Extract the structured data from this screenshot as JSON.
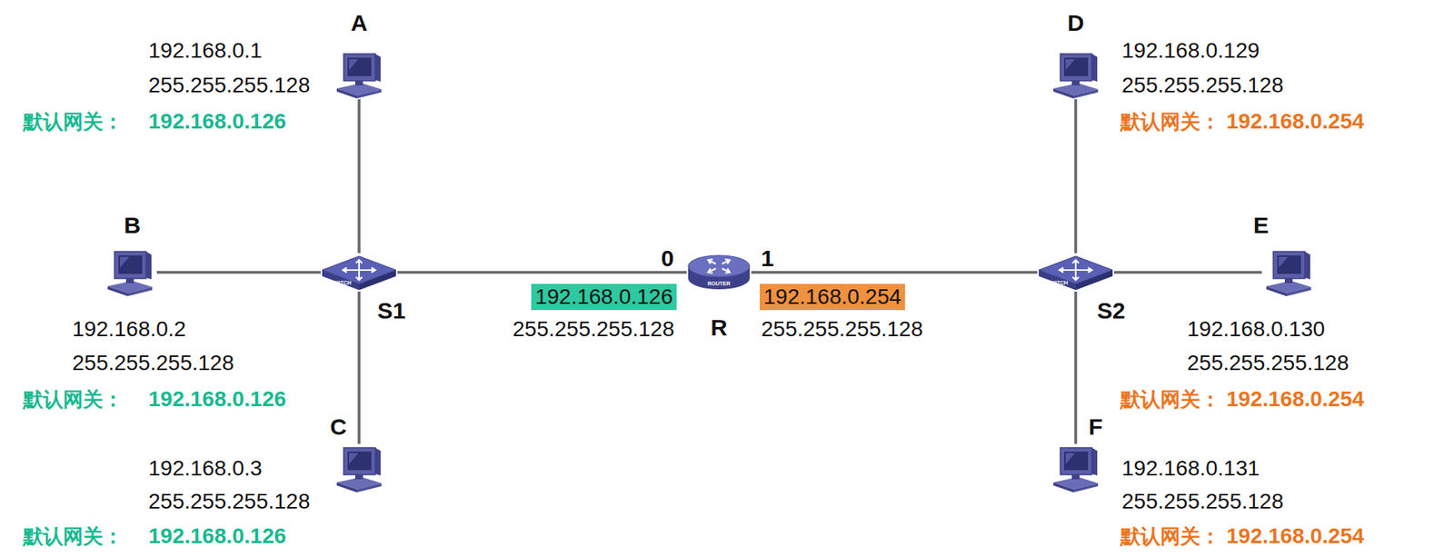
{
  "diagram": {
    "nodes": [
      {
        "text": [
          "A",
          "192.168.0.1",
          "255.255.255.128",
          "默认网关：",
          "192.168.0.126"
        ]
      },
      {
        "text": [
          "B",
          "192.168.0.2",
          "255.255.255.128",
          "默认网关：",
          "192.168.0.126"
        ]
      },
      {
        "text": [
          "C",
          "192.168.0.3",
          "255.255.255.128",
          "默认网关：",
          "192.168.0.126"
        ]
      },
      {
        "text": [
          "SWITCH",
          "S1"
        ]
      },
      {
        "text": [
          "ROUTER",
          "R",
          "0",
          "1",
          "192.168.0.126",
          "255.255.255.128",
          "192.168.0.254",
          "255.255.255.128"
        ]
      },
      {
        "text": [
          "SWITCH",
          "S2"
        ]
      },
      {
        "text": [
          "D",
          "192.168.0.129",
          "255.255.255.128",
          "默认网关：",
          "192.168.0.254"
        ]
      },
      {
        "text": [
          "E",
          "192.168.0.130",
          "255.255.255.128",
          "默认网关：",
          "192.168.0.254"
        ]
      },
      {
        "text": [
          "F",
          "192.168.0.131",
          "255.255.255.128",
          "默认网关：",
          "192.168.0.254"
        ]
      }
    ],
    "edges": [
      {
        "from": 0,
        "to": 3,
        "arrow": "none"
      },
      {
        "from": 1,
        "to": 3,
        "arrow": "none"
      },
      {
        "from": 2,
        "to": 3,
        "arrow": "none"
      },
      {
        "from": 3,
        "to": 4,
        "arrow": "none"
      },
      {
        "from": 4,
        "to": 5,
        "arrow": "none"
      },
      {
        "from": 5,
        "to": 6,
        "arrow": "none"
      },
      {
        "from": 5,
        "to": 7,
        "arrow": "none"
      },
      {
        "from": 5,
        "to": 8,
        "arrow": "none"
      }
    ]
  }
}
